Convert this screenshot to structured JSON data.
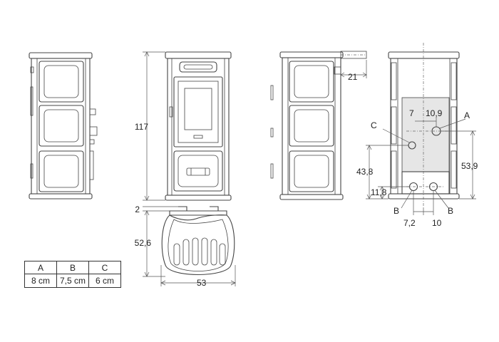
{
  "dimensions": {
    "height_total": "117",
    "rear_offset": "21",
    "depth": "52,6",
    "top_offset": "2",
    "width": "53",
    "dist_7": "7",
    "dist_10_9": "10,9",
    "height_43_8": "43,8",
    "height_53_9": "53,9",
    "height_11_8": "11,8",
    "dist_7_2": "7,2",
    "dist_10": "10"
  },
  "labels": {
    "A": "A",
    "B_left": "B",
    "B_right": "B",
    "C": "C"
  },
  "table": {
    "headers": [
      "A",
      "B",
      "C"
    ],
    "values": [
      "8 cm",
      "7,5 cm",
      "6 cm"
    ]
  }
}
